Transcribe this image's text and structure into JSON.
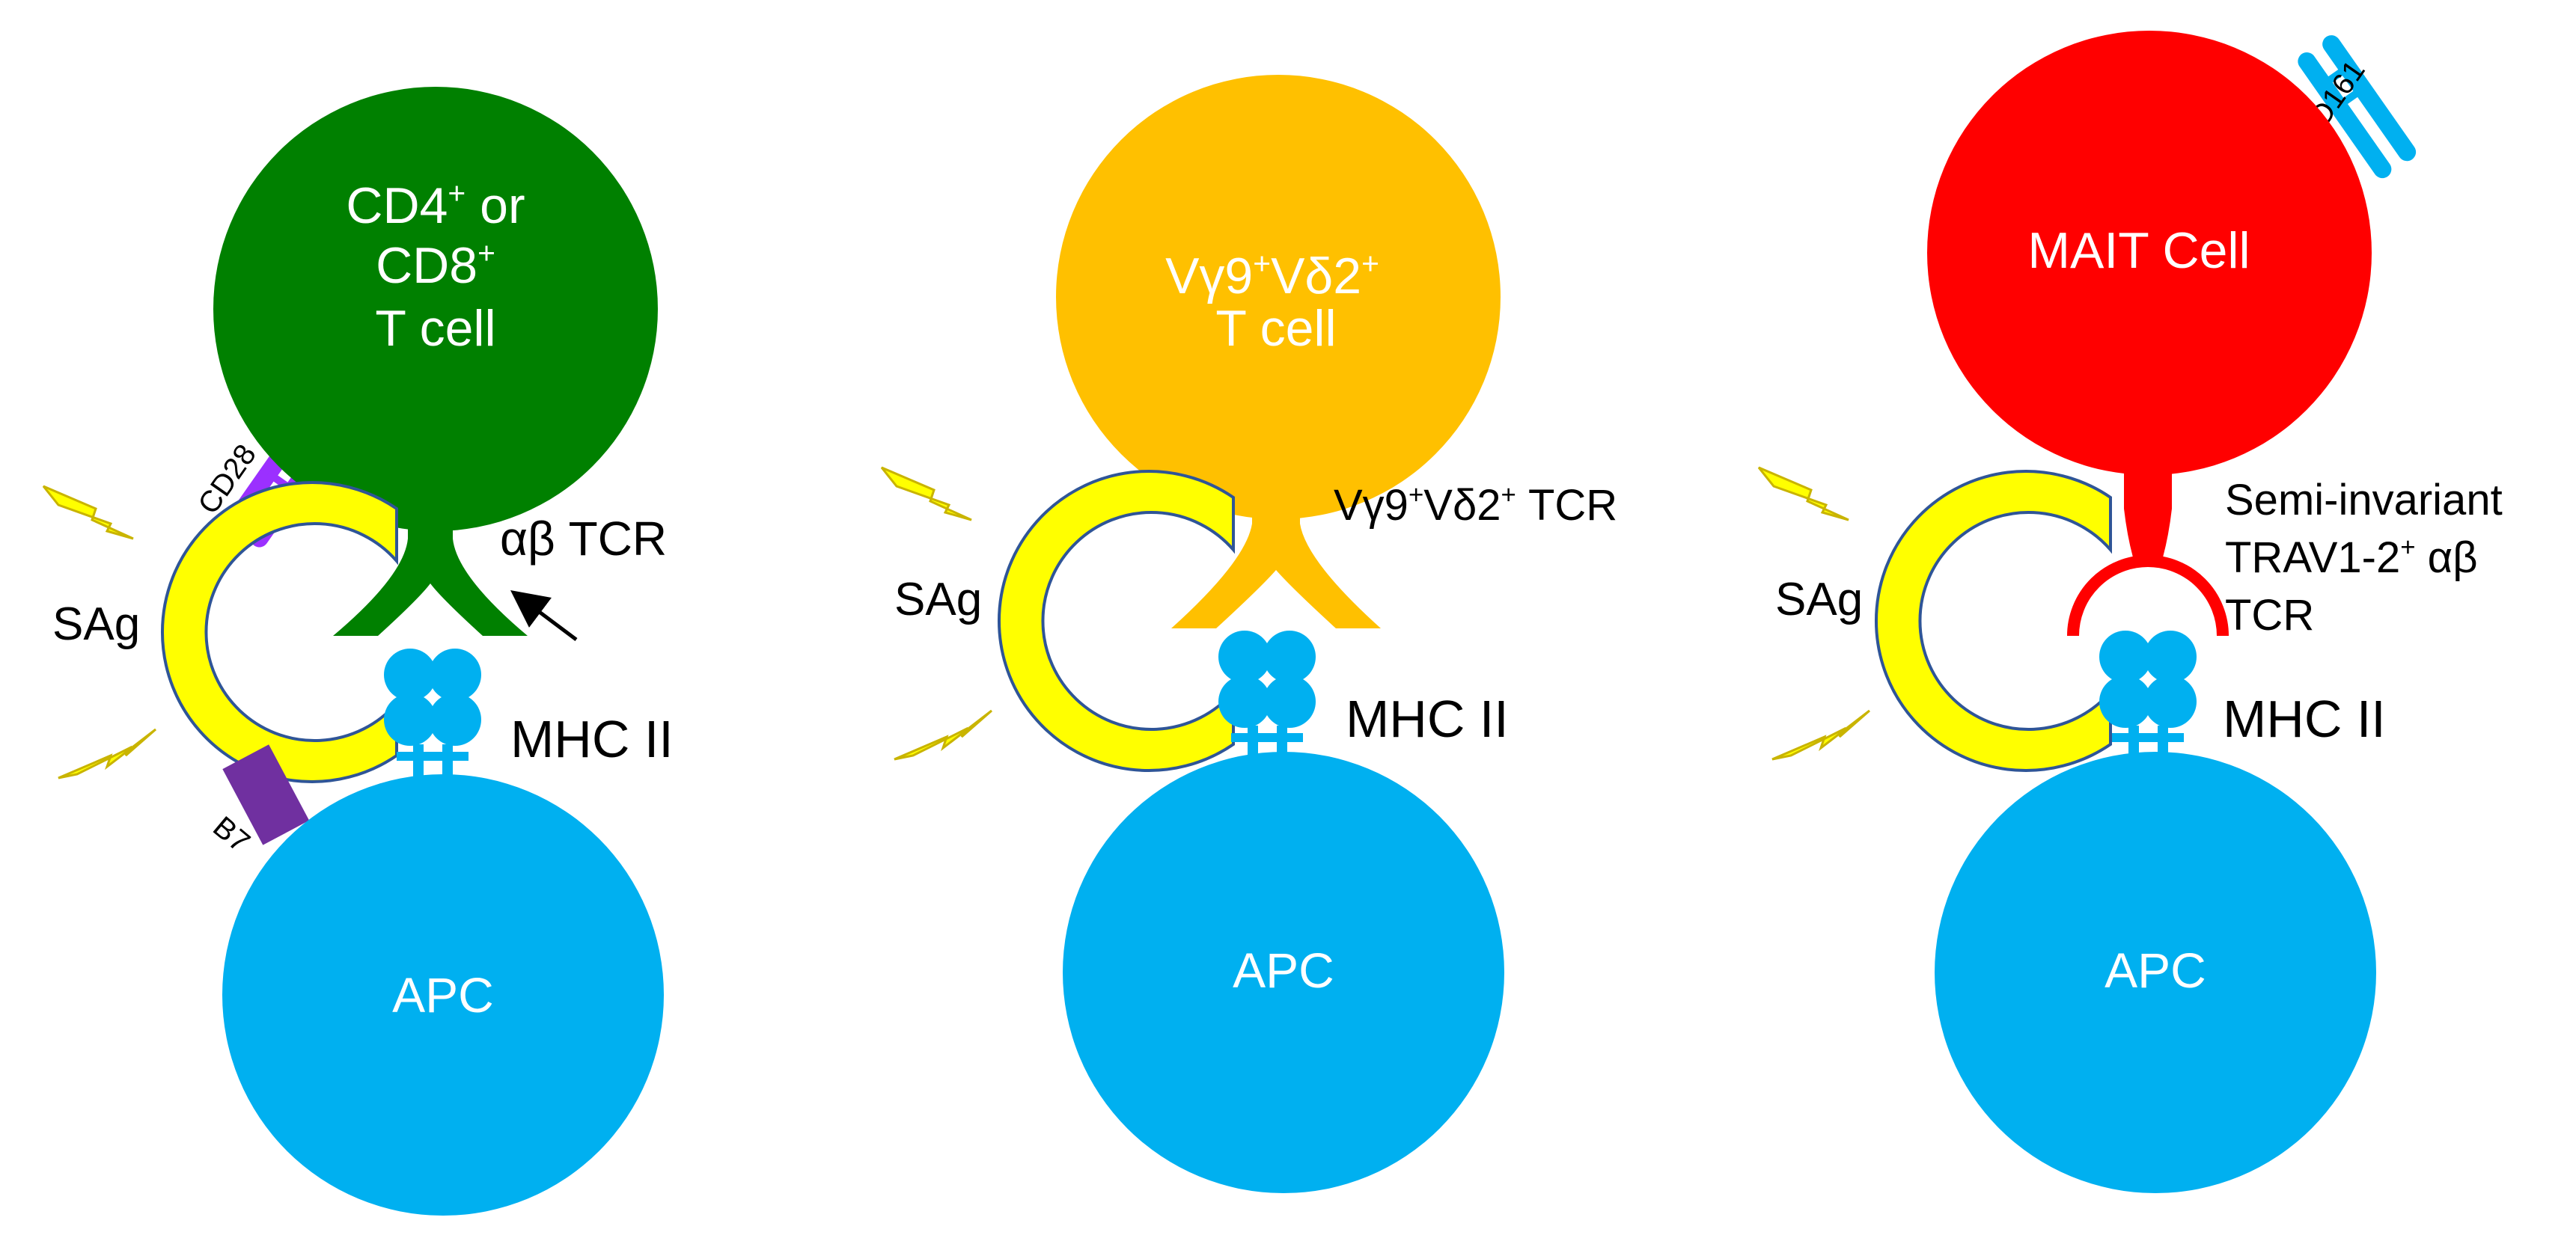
{
  "colors": {
    "apc": "#00b0f0",
    "conventional_t_cell": "#008000",
    "gamma_delta_t_cell": "#ffc000",
    "mait_cell": "#ff0000",
    "sag_fill": "#ffff00",
    "sag_stroke": "#2f5597",
    "cd28": "#9b30ff",
    "b7": "#7030a0",
    "cd161": "#00b0f0"
  },
  "panels": [
    {
      "t_cell_lines": [
        "CD4",
        "or",
        "CD8",
        "T cell"
      ],
      "t_cell_sup": "+",
      "tcr_label": "αβ TCR",
      "sag_label": "SAg",
      "mhc_label": "MHC II",
      "apc_label": "APC",
      "cd28_label": "CD28",
      "b7_label": "B7"
    },
    {
      "t_cell_line1": "Vγ9",
      "t_cell_line1b": "Vδ2",
      "t_cell_line2": "T cell",
      "t_cell_sup": "+",
      "tcr_label_a": "Vγ9",
      "tcr_label_b": "Vδ2",
      "tcr_label_c": " TCR",
      "sag_label": "SAg",
      "mhc_label": "MHC II",
      "apc_label": "APC"
    },
    {
      "t_cell_label": "MAIT Cell",
      "tcr_line1": "Semi-invariant",
      "tcr_line2a": "TRAV1-2",
      "tcr_line2b": " αβ",
      "tcr_line3": "TCR",
      "tcr_sup": "+",
      "sag_label": "SAg",
      "mhc_label": "MHC II",
      "apc_label": "APC",
      "cd161_label": "CD161"
    }
  ]
}
